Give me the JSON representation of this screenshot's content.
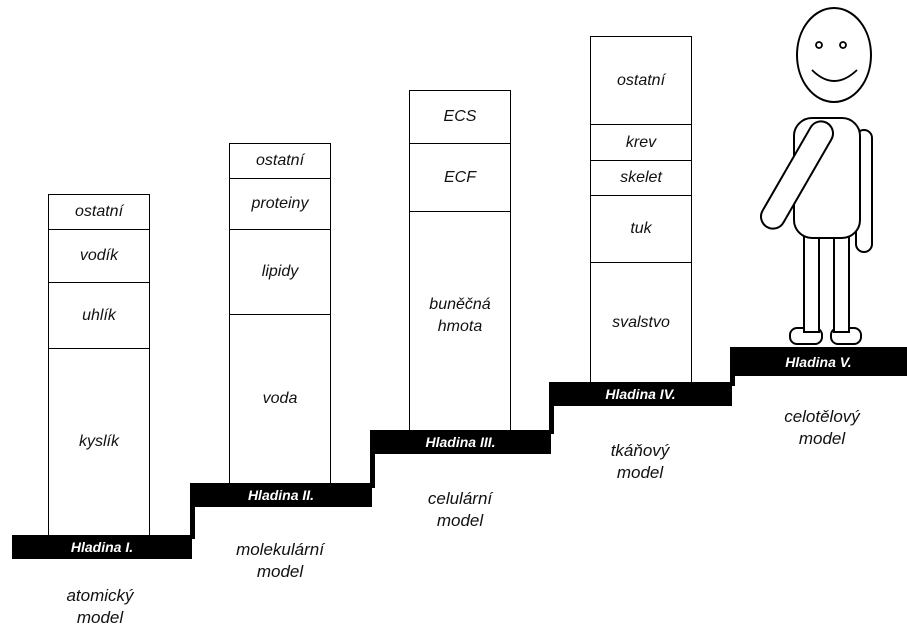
{
  "levels": [
    {
      "step_label": "Hladina I.",
      "caption": "atomický\nmodel",
      "segments": [
        "ostatní",
        "vodík",
        "uhlík",
        "kyslík"
      ]
    },
    {
      "step_label": "Hladina II.",
      "caption": "molekulární\nmodel",
      "segments": [
        "ostatní",
        "proteiny",
        "lipidy",
        "voda"
      ]
    },
    {
      "step_label": "Hladina III.",
      "caption": "celulární\nmodel",
      "segments": [
        "ECS",
        "ECF",
        "buněčná\nhmota"
      ]
    },
    {
      "step_label": "Hladina IV.",
      "caption": "tkáňový\nmodel",
      "segments": [
        "ostatní",
        "krev",
        "skelet",
        "tuk",
        "svalstvo"
      ]
    },
    {
      "step_label": "Hladina V.",
      "caption": "celotělový\nmodel",
      "segments": []
    }
  ]
}
